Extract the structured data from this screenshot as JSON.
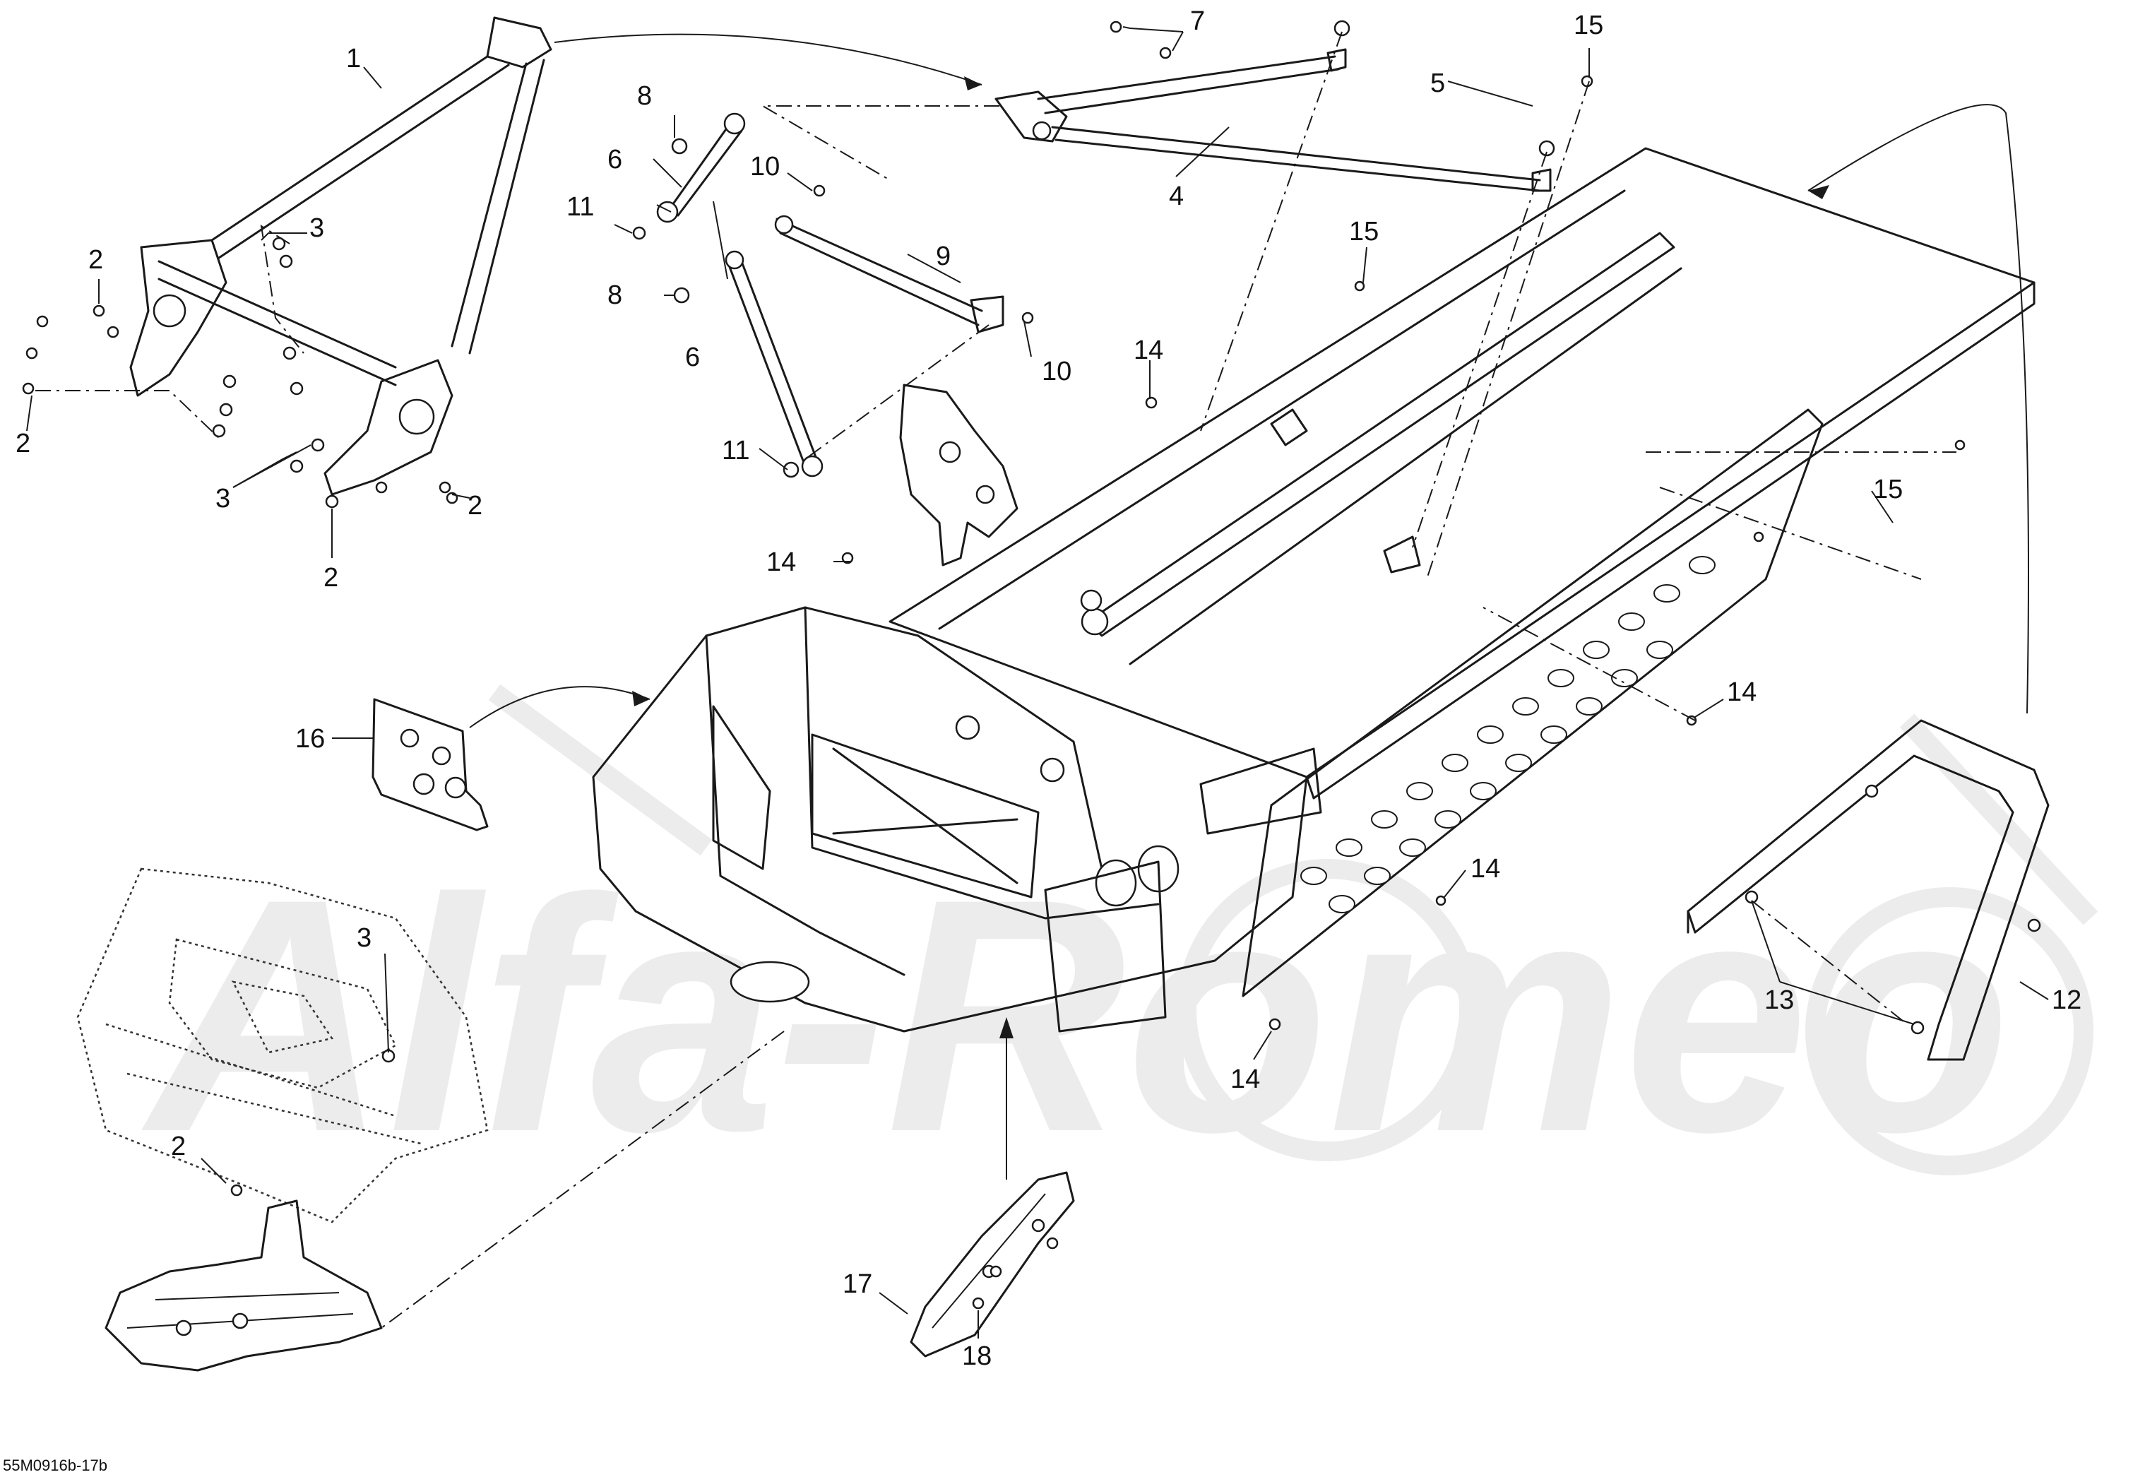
{
  "diagram": {
    "drawing_code": "55M0916b-17b",
    "watermark": "Alfa-Romeo",
    "callouts": [
      {
        "id": "c1",
        "label": "1"
      },
      {
        "id": "c2a",
        "label": "2"
      },
      {
        "id": "c2b",
        "label": "2"
      },
      {
        "id": "c2c",
        "label": "2"
      },
      {
        "id": "c2d",
        "label": "2"
      },
      {
        "id": "c2e",
        "label": "2"
      },
      {
        "id": "c3a",
        "label": "3"
      },
      {
        "id": "c3b",
        "label": "3"
      },
      {
        "id": "c3c",
        "label": "3"
      },
      {
        "id": "c4",
        "label": "4"
      },
      {
        "id": "c5",
        "label": "5"
      },
      {
        "id": "c6a",
        "label": "6"
      },
      {
        "id": "c6b",
        "label": "6"
      },
      {
        "id": "c7",
        "label": "7"
      },
      {
        "id": "c8a",
        "label": "8"
      },
      {
        "id": "c8b",
        "label": "8"
      },
      {
        "id": "c9",
        "label": "9"
      },
      {
        "id": "c10a",
        "label": "10"
      },
      {
        "id": "c10b",
        "label": "10"
      },
      {
        "id": "c11a",
        "label": "11"
      },
      {
        "id": "c11b",
        "label": "11"
      },
      {
        "id": "c12",
        "label": "12"
      },
      {
        "id": "c13",
        "label": "13"
      },
      {
        "id": "c14a",
        "label": "14"
      },
      {
        "id": "c14b",
        "label": "14"
      },
      {
        "id": "c14c",
        "label": "14"
      },
      {
        "id": "c14d",
        "label": "14"
      },
      {
        "id": "c14e",
        "label": "14"
      },
      {
        "id": "c15a",
        "label": "15"
      },
      {
        "id": "c15b",
        "label": "15"
      },
      {
        "id": "c15c",
        "label": "15"
      },
      {
        "id": "c16",
        "label": "16"
      },
      {
        "id": "c17",
        "label": "17"
      },
      {
        "id": "c18",
        "label": "18"
      }
    ]
  }
}
